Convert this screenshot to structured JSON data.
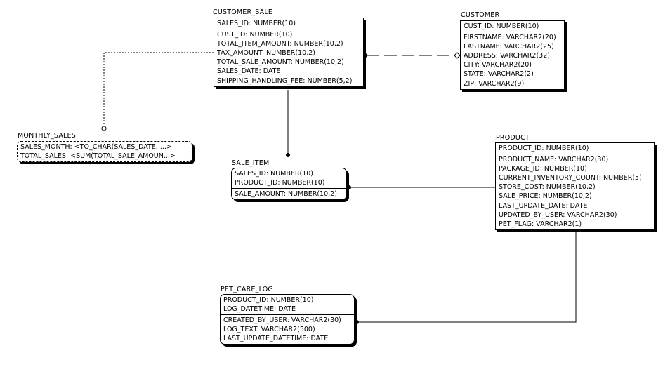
{
  "entities": {
    "customer_sale": {
      "name": "CUSTOMER_SALE",
      "pk": [
        "SALES_ID: NUMBER(10)"
      ],
      "attrs": [
        "CUST_ID: NUMBER(10)",
        "TOTAL_ITEM_AMOUNT: NUMBER(10,2)",
        "TAX_AMOUNT: NUMBER(10,2)",
        "TOTAL_SALE_AMOUNT: NUMBER(10,2)",
        "SALES_DATE: DATE",
        "SHIPPING_HANDLING_FEE: NUMBER(5,2)"
      ]
    },
    "customer": {
      "name": "CUSTOMER",
      "pk": [
        "CUST_ID: NUMBER(10)"
      ],
      "attrs": [
        "FIRSTNAME: VARCHAR2(20)",
        "LASTNAME: VARCHAR2(25)",
        "ADDRESS: VARCHAR2(32)",
        "CITY: VARCHAR2(20)",
        "STATE: VARCHAR2(2)",
        "ZIP: VARCHAR2(9)"
      ]
    },
    "monthly_sales": {
      "name": "MONTHLY_SALES",
      "attrs": [
        "SALES_MONTH: <TO_CHAR(SALES_DATE, ...>",
        "TOTAL_SALES: <SUM(TOTAL_SALE_AMOUN...>"
      ]
    },
    "sale_item": {
      "name": "SALE_ITEM",
      "pk": [
        "SALES_ID: NUMBER(10)",
        "PRODUCT_ID: NUMBER(10)"
      ],
      "attrs": [
        "SALE_AMOUNT: NUMBER(10,2)"
      ]
    },
    "product": {
      "name": "PRODUCT",
      "pk": [
        "PRODUCT_ID: NUMBER(10)"
      ],
      "attrs": [
        "PRODUCT_NAME: VARCHAR2(30)",
        "PACKAGE_ID: NUMBER(10)",
        "CURRENT_INVENTORY_COUNT: NUMBER(5)",
        "STORE_COST: NUMBER(10,2)",
        "SALE_PRICE: NUMBER(10,2)",
        "LAST_UPDATE_DATE: DATE",
        "UPDATED_BY_USER: VARCHAR2(30)",
        "PET_FLAG: VARCHAR2(1)"
      ]
    },
    "pet_care_log": {
      "name": "PET_CARE_LOG",
      "pk": [
        "PRODUCT_ID: NUMBER(10)",
        "LOG_DATETIME: DATE"
      ],
      "attrs": [
        "CREATED_BY_USER: VARCHAR2(30)",
        "LOG_TEXT: VARCHAR2(500)",
        "LAST_UPDATE_DATETIME: DATE"
      ]
    }
  }
}
